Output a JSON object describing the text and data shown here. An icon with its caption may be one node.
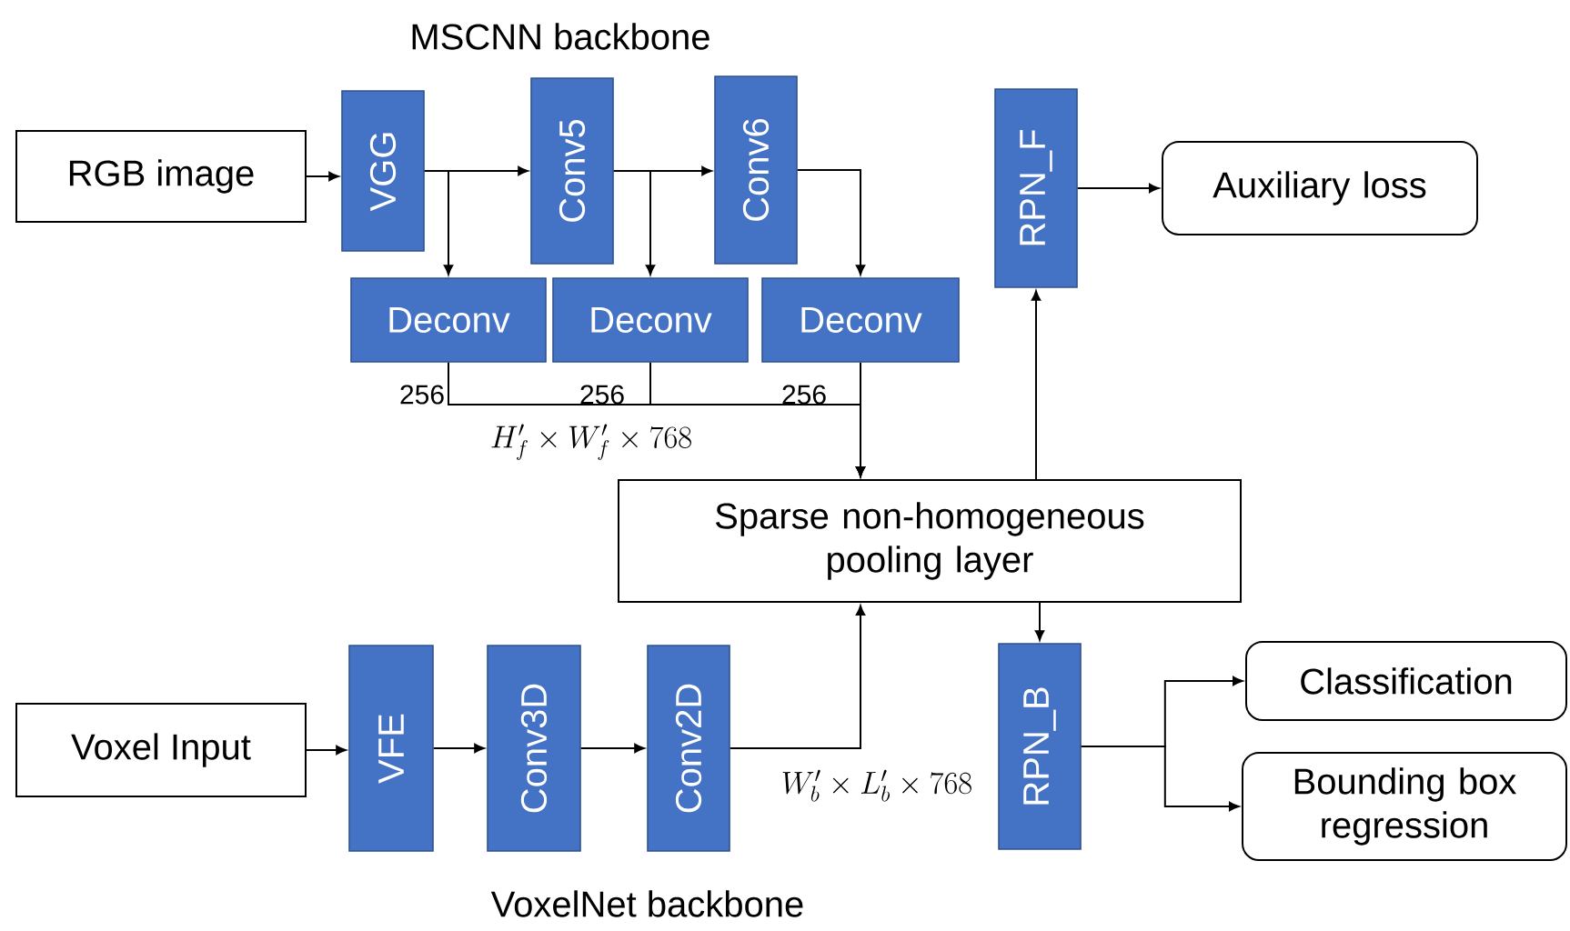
{
  "diagram": {
    "nodes": [
      {
        "text": [
          "RGB image"
        ]
      },
      {
        "text": [
          "VGG"
        ]
      },
      {
        "text": [
          "Conv5"
        ]
      },
      {
        "text": [
          "Conv6"
        ]
      },
      {
        "text": [
          "Deconv"
        ]
      },
      {
        "text": [
          "Deconv"
        ]
      },
      {
        "text": [
          "Deconv"
        ]
      },
      {
        "text": [
          "Sparse non-homogeneous pooling layer"
        ]
      },
      {
        "text": [
          "RPN_F"
        ]
      },
      {
        "text": [
          "Auxiliary loss"
        ]
      },
      {
        "text": [
          "Voxel Input"
        ]
      },
      {
        "text": [
          "VFE"
        ]
      },
      {
        "text": [
          "Conv3D"
        ]
      },
      {
        "text": [
          "Conv2D"
        ]
      },
      {
        "text": [
          "RPN_B"
        ]
      },
      {
        "text": [
          "Classification"
        ]
      },
      {
        "text": [
          "Bounding box regression"
        ]
      }
    ],
    "edges": [
      {
        "from": 0,
        "to": 1,
        "arrow": "to"
      },
      {
        "from": 1,
        "to": 2,
        "arrow": "to"
      },
      {
        "from": 1,
        "to": 4,
        "arrow": "to"
      },
      {
        "from": 2,
        "to": 3,
        "arrow": "to"
      },
      {
        "from": 2,
        "to": 5,
        "arrow": "to"
      },
      {
        "from": 3,
        "to": 6,
        "arrow": "to"
      },
      {
        "from": 4,
        "to": 7,
        "arrow": "to"
      },
      {
        "from": 5,
        "to": 7,
        "arrow": "to"
      },
      {
        "from": 6,
        "to": 7,
        "arrow": "to"
      },
      {
        "from": 7,
        "to": 8,
        "arrow": "to"
      },
      {
        "from": 8,
        "to": 9,
        "arrow": "to"
      },
      {
        "from": 10,
        "to": 11,
        "arrow": "to"
      },
      {
        "from": 11,
        "to": 12,
        "arrow": "to"
      },
      {
        "from": 12,
        "to": 13,
        "arrow": "to"
      },
      {
        "from": 13,
        "to": 7,
        "arrow": "to"
      },
      {
        "from": 7,
        "to": 14,
        "arrow": "to"
      },
      {
        "from": 14,
        "to": 15,
        "arrow": "to"
      },
      {
        "from": 14,
        "to": 16,
        "arrow": "to"
      }
    ],
    "labels": [
      "MSCNN backbone",
      "256",
      "256",
      "256",
      "H_f' \\times W_f' \\times 768",
      "W_b' \\times L_b' \\times 768",
      "VoxelNet backbone"
    ]
  }
}
